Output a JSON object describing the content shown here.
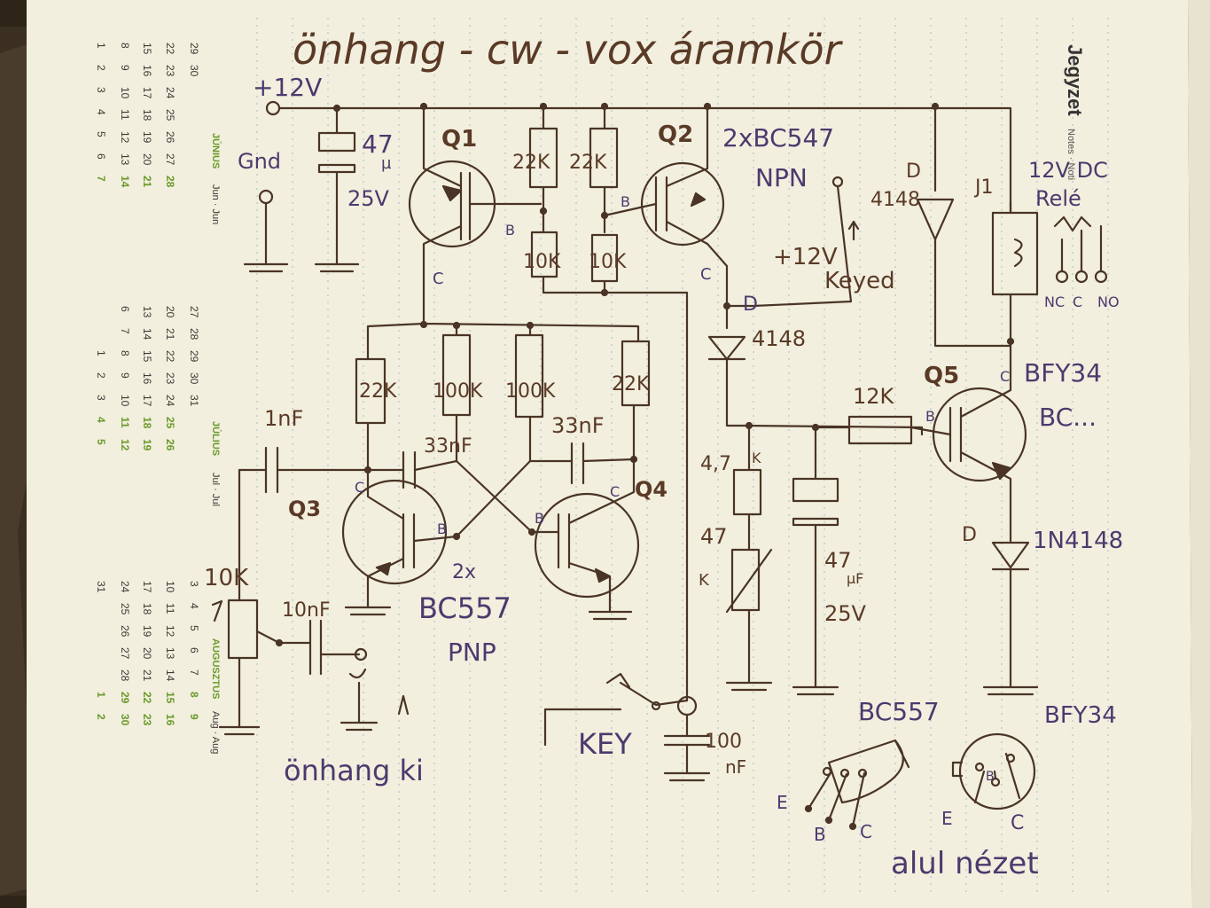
{
  "title": "önhang - cw - vox áramkör",
  "header_right": {
    "main": "Jegyzet",
    "sub": "Notes · Noti"
  },
  "calendar": {
    "june": {
      "label": "JÚNIUS",
      "label_sub": "Jun · Jun",
      "rows": [
        [
          "1",
          "8",
          "15",
          "22",
          "29"
        ],
        [
          "2",
          "9",
          "16",
          "23",
          "30"
        ],
        [
          "3",
          "10",
          "17",
          "24",
          ""
        ],
        [
          "4",
          "11",
          "18",
          "25",
          ""
        ],
        [
          "5",
          "12",
          "19",
          "26",
          ""
        ],
        [
          "6",
          "13",
          "20",
          "27",
          ""
        ],
        [
          "7",
          "14",
          "21",
          "28",
          ""
        ]
      ]
    },
    "july": {
      "label": "JÚLIUS",
      "label_sub": "Jul · Jul",
      "rows": [
        [
          "",
          "6",
          "13",
          "20",
          "27"
        ],
        [
          "",
          "7",
          "14",
          "21",
          "28"
        ],
        [
          "1",
          "8",
          "15",
          "22",
          "29"
        ],
        [
          "2",
          "9",
          "16",
          "23",
          "30"
        ],
        [
          "3",
          "10",
          "17",
          "24",
          "31"
        ],
        [
          "4",
          "11",
          "18",
          "25",
          ""
        ],
        [
          "5",
          "12",
          "19",
          "26",
          ""
        ]
      ]
    },
    "august": {
      "label": "AUGUSZTUS",
      "label_sub": "Aug · Aug",
      "rows": [
        [
          "31",
          "24",
          "17",
          "10",
          "3"
        ],
        [
          "",
          "25",
          "18",
          "11",
          "4"
        ],
        [
          "",
          "26",
          "19",
          "12",
          "5"
        ],
        [
          "",
          "27",
          "20",
          "13",
          "6"
        ],
        [
          "",
          "28",
          "21",
          "14",
          "7"
        ],
        [
          "1",
          "29",
          "22",
          "15",
          "8"
        ],
        [
          "2",
          "30",
          "23",
          "16",
          "9"
        ]
      ]
    }
  },
  "labels": {
    "v12": "+12V",
    "gnd": "Gnd",
    "c47u": "47",
    "c47u_unit": "µ",
    "c25v": "25V",
    "q1": "Q1",
    "q2": "Q2",
    "q2type": "2xBC547",
    "npn": "NPN",
    "r22k_a": "22K",
    "r22k_b": "22K",
    "r10k_a": "10K",
    "r10k_b": "10K",
    "b1": "B",
    "b2": "B",
    "c1": "C",
    "c2": "C",
    "d1": "D",
    "d1type": "4148",
    "keyed_v": "+12V",
    "keyed": "Keyed",
    "d2": "D",
    "d2type": "4148",
    "relay": "12V DC",
    "relay2": "Relé",
    "j1": "J1",
    "nc": "NC",
    "cc": "C",
    "no": "NO",
    "r22k_c": "22K",
    "r100k_a": "100K",
    "r100k_b": "100K",
    "r22k_d": "22K",
    "c1nf": "1nF",
    "c33nf_a": "33nF",
    "c33nf_b": "33nF",
    "q3": "Q3",
    "q4": "Q4",
    "q3c": "C",
    "q3b": "B",
    "q4b": "B",
    "q4c": "C",
    "pnp_a": "2x",
    "pnp_b": "BC557",
    "pnp_c": "PNP",
    "q5": "Q5",
    "q5c": "C",
    "q5b": "B",
    "bfy": "BFY34",
    "bc": "BC...",
    "r12k": "12K",
    "r47k": "4,7",
    "r47k_k": "K",
    "p47": "47",
    "p47_k": "K",
    "c47b": "47",
    "c47b_unit": "µF",
    "c47b_v": "25V",
    "d3": "D",
    "d3type": "1N4148",
    "pot10k": "10K",
    "c10nf": "10nF",
    "onhang_ki": "önhang ki",
    "key": "KEY",
    "c100n": "100",
    "c100n_unit": "nF",
    "pin_bc557": "BC557",
    "pin_bfy34": "BFY34",
    "pe1": "E",
    "pb1": "B",
    "pc1": "C",
    "pe2": "E",
    "pb2": "B",
    "pc2": "C",
    "alul": "alul nézet"
  }
}
